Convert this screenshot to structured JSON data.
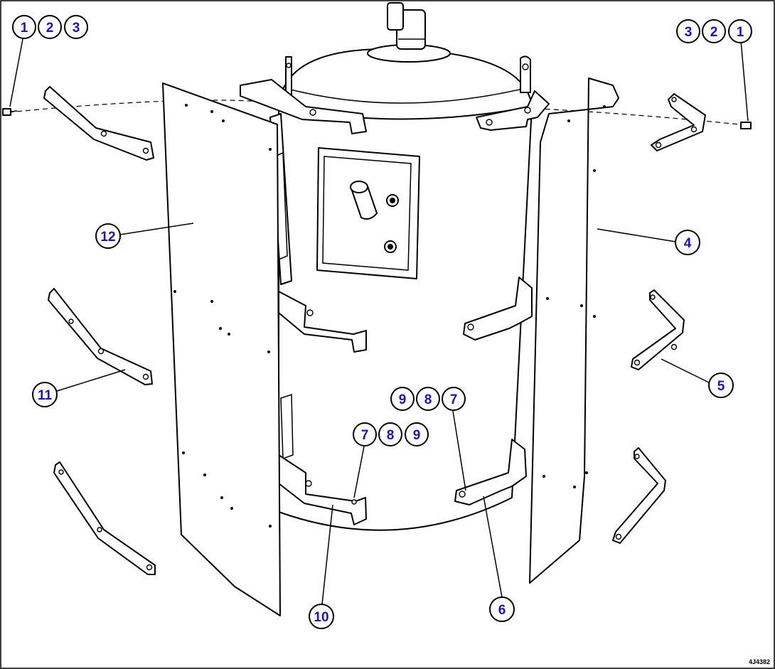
{
  "diagram": {
    "figure_id": "4J4382",
    "colors": {
      "callout_text": "#1a12c8",
      "line": "#000000",
      "background": "#ffffff"
    },
    "callouts": [
      {
        "id": "c-1-tl",
        "label": "1"
      },
      {
        "id": "c-2-tl",
        "label": "2"
      },
      {
        "id": "c-3-tl",
        "label": "3"
      },
      {
        "id": "c-3-tr",
        "label": "3"
      },
      {
        "id": "c-2-tr",
        "label": "2"
      },
      {
        "id": "c-1-tr",
        "label": "1"
      },
      {
        "id": "c-12",
        "label": "12"
      },
      {
        "id": "c-4",
        "label": "4"
      },
      {
        "id": "c-5",
        "label": "5"
      },
      {
        "id": "c-11",
        "label": "11"
      },
      {
        "id": "c-9-r",
        "label": "9"
      },
      {
        "id": "c-8-r",
        "label": "8"
      },
      {
        "id": "c-7-r",
        "label": "7"
      },
      {
        "id": "c-7-l",
        "label": "7"
      },
      {
        "id": "c-8-l",
        "label": "8"
      },
      {
        "id": "c-9-l",
        "label": "9"
      },
      {
        "id": "c-10",
        "label": "10"
      },
      {
        "id": "c-6",
        "label": "6"
      }
    ]
  }
}
